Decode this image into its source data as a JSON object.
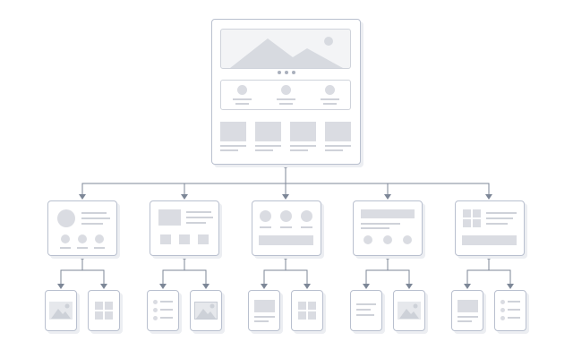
{
  "diagram": {
    "type": "sitemap-wireframe",
    "colors": {
      "card_border": "#b9c0cf",
      "card_shadow": "#eceef2",
      "placeholder_fill": "#dadce2",
      "connector_line": "#7d8797",
      "background": "#ffffff"
    },
    "root": {
      "name": "home-page-wireframe",
      "sections": [
        "hero-banner-image",
        "carousel-dots",
        "three-feature-columns",
        "four-card-grid"
      ]
    },
    "level_1": [
      {
        "name": "profile-page-wireframe",
        "children": [
          "image-page-wireframe",
          "grid-page-wireframe"
        ]
      },
      {
        "name": "media-page-wireframe",
        "children": [
          "list-page-wireframe",
          "image-page-wireframe"
        ]
      },
      {
        "name": "team-page-wireframe",
        "children": [
          "text-block-page-wireframe",
          "grid-page-wireframe"
        ]
      },
      {
        "name": "services-page-wireframe",
        "children": [
          "text-page-wireframe",
          "image-page-wireframe"
        ]
      },
      {
        "name": "dashboard-page-wireframe",
        "children": [
          "text-block-page-wireframe",
          "list-page-wireframe"
        ]
      }
    ],
    "icons": [
      "mountain-image-icon",
      "grid-icon",
      "bullet-list-icon",
      "connector-arrow-icon",
      "connector-node-icon"
    ]
  }
}
